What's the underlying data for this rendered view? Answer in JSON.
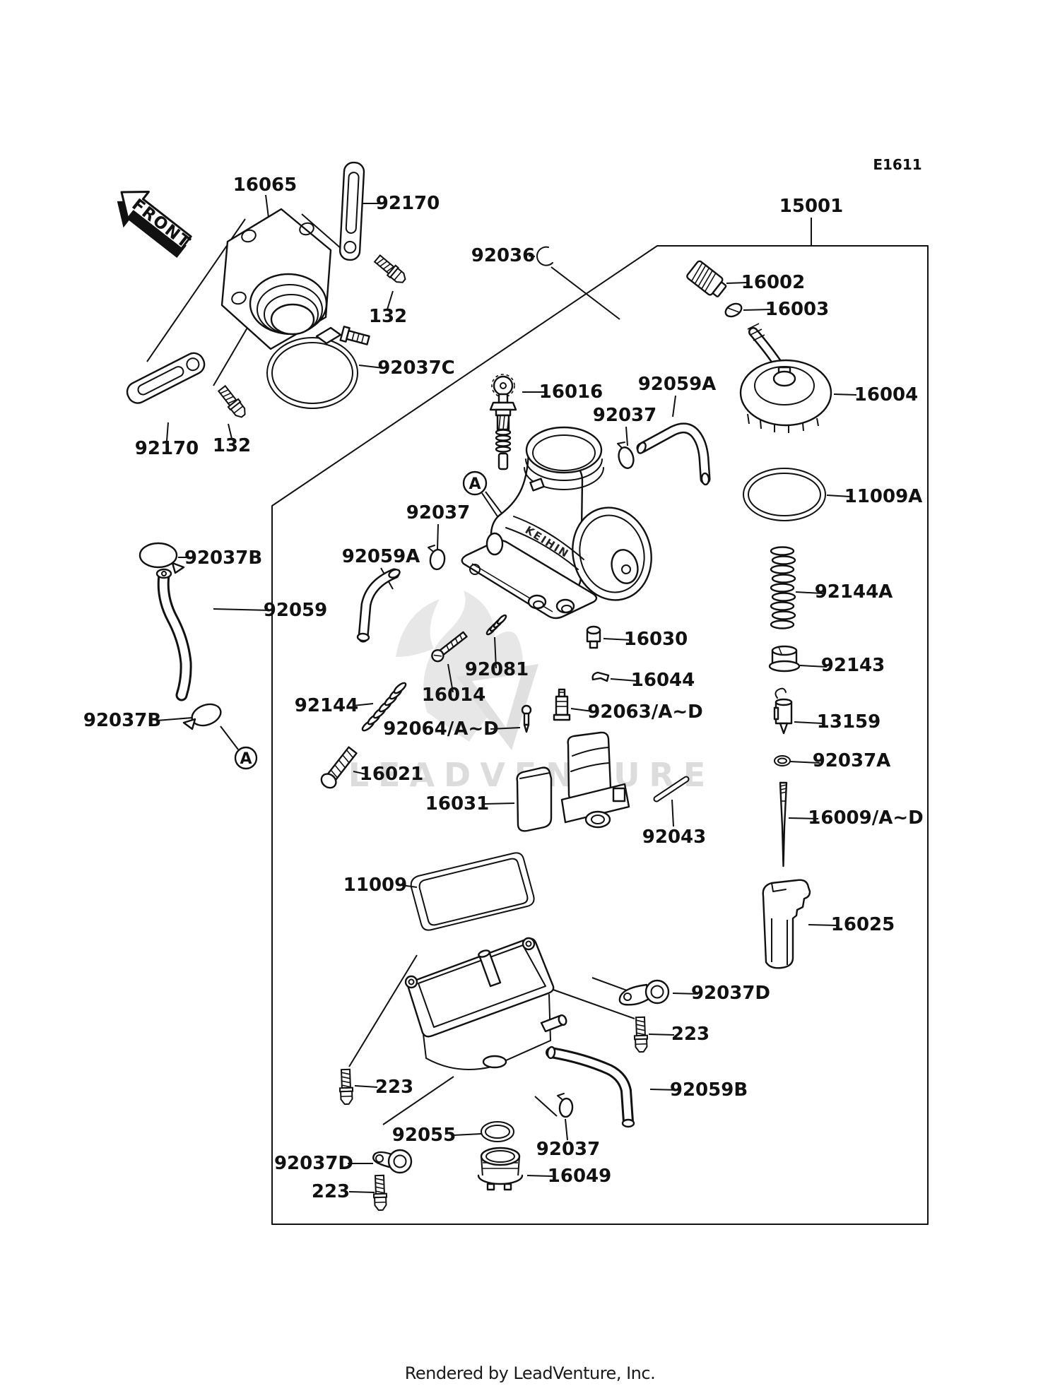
{
  "diagram": {
    "page_code": "E1611",
    "assembly_number": "15001",
    "front_marker": "FRONT",
    "brand_on_part": "KEIHIN",
    "detail_marker": "A",
    "watermark_text": "LEADVENTURE",
    "footer_text": "Rendered by LeadVenture, Inc."
  },
  "part_labels": [
    {
      "id": "16065",
      "text": "16065"
    },
    {
      "id": "92170-top",
      "text": "92170"
    },
    {
      "id": "132-top",
      "text": "132"
    },
    {
      "id": "92037C",
      "text": "92037C"
    },
    {
      "id": "92170-bottom",
      "text": "92170"
    },
    {
      "id": "132-bottom",
      "text": "132"
    },
    {
      "id": "92036",
      "text": "92036"
    },
    {
      "id": "16002",
      "text": "16002"
    },
    {
      "id": "16003",
      "text": "16003"
    },
    {
      "id": "16004",
      "text": "16004"
    },
    {
      "id": "16016",
      "text": "16016"
    },
    {
      "id": "92059A-right",
      "text": "92059A"
    },
    {
      "id": "92037-carb",
      "text": "92037"
    },
    {
      "id": "11009A",
      "text": "11009A"
    },
    {
      "id": "92037-left",
      "text": "92037"
    },
    {
      "id": "92059A-left",
      "text": "92059A"
    },
    {
      "id": "92037B-top",
      "text": "92037B"
    },
    {
      "id": "92144A",
      "text": "92144A"
    },
    {
      "id": "92059",
      "text": "92059"
    },
    {
      "id": "16030",
      "text": "16030"
    },
    {
      "id": "92143",
      "text": "92143"
    },
    {
      "id": "92081",
      "text": "92081"
    },
    {
      "id": "16044",
      "text": "16044"
    },
    {
      "id": "16014",
      "text": "16014"
    },
    {
      "id": "92144",
      "text": "92144"
    },
    {
      "id": "92063",
      "text": "92063/A~D"
    },
    {
      "id": "13159",
      "text": "13159"
    },
    {
      "id": "92064",
      "text": "92064/A~D"
    },
    {
      "id": "92037B-bottom",
      "text": "92037B"
    },
    {
      "id": "92037A",
      "text": "92037A"
    },
    {
      "id": "16021",
      "text": "16021"
    },
    {
      "id": "16031",
      "text": "16031"
    },
    {
      "id": "16009",
      "text": "16009/A~D"
    },
    {
      "id": "92043",
      "text": "92043"
    },
    {
      "id": "11009",
      "text": "11009"
    },
    {
      "id": "16025",
      "text": "16025"
    },
    {
      "id": "92037D-right",
      "text": "92037D"
    },
    {
      "id": "223-right",
      "text": "223"
    },
    {
      "id": "223-left",
      "text": "223"
    },
    {
      "id": "92059B",
      "text": "92059B"
    },
    {
      "id": "92055",
      "text": "92055"
    },
    {
      "id": "92037-bottom",
      "text": "92037"
    },
    {
      "id": "92037D-bottom",
      "text": "92037D"
    },
    {
      "id": "16049",
      "text": "16049"
    },
    {
      "id": "223-bottom",
      "text": "223"
    }
  ]
}
